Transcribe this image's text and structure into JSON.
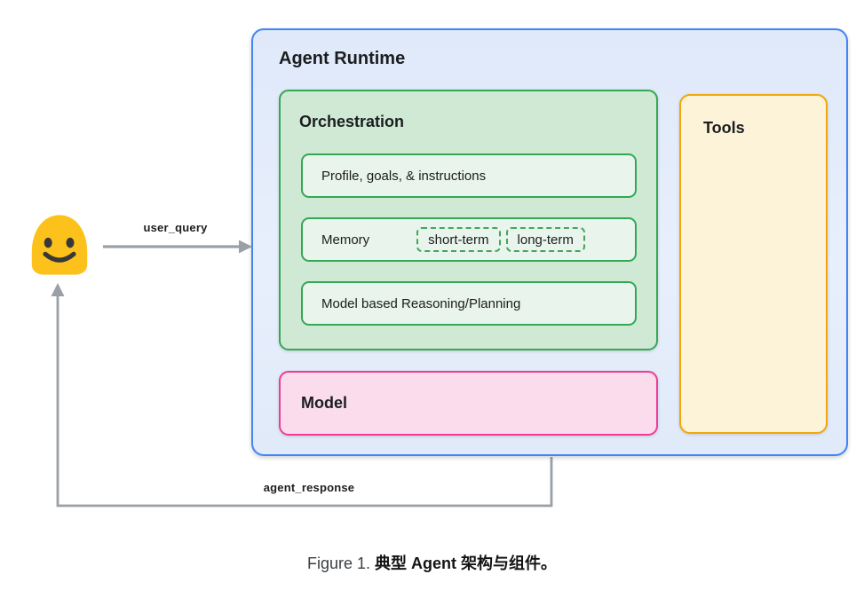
{
  "diagram": {
    "runtime": {
      "title": "Agent Runtime"
    },
    "orchestration": {
      "title": "Orchestration",
      "profile_label": "Profile, goals, & instructions",
      "memory": {
        "label": "Memory",
        "short_term": "short-term",
        "long_term": "long-term"
      },
      "reasoning_label": "Model based Reasoning/Planning"
    },
    "model": {
      "title": "Model"
    },
    "tools": {
      "title": "Tools"
    },
    "edges": {
      "user_query": "user_query",
      "agent_response": "agent_response"
    },
    "user_icon": "smiley-blob-emoji"
  },
  "caption": {
    "prefix": "Figure 1. ",
    "text": "典型 Agent 架构与组件。"
  },
  "colors": {
    "runtime_border": "#4285f4",
    "runtime_fill": "#e4ecfa",
    "green_border": "#34a853",
    "green_fill": "#cfe9d5",
    "green_inner_fill": "#e9f4ec",
    "pink_border": "#f03c96",
    "pink_fill": "#fadcec",
    "amber_border": "#f2a60d",
    "amber_fill": "#fdf3d8",
    "arrow_gray": "#9aa0a6",
    "emoji_yellow": "#fcc21b",
    "text_dark": "#1b1d1f"
  }
}
